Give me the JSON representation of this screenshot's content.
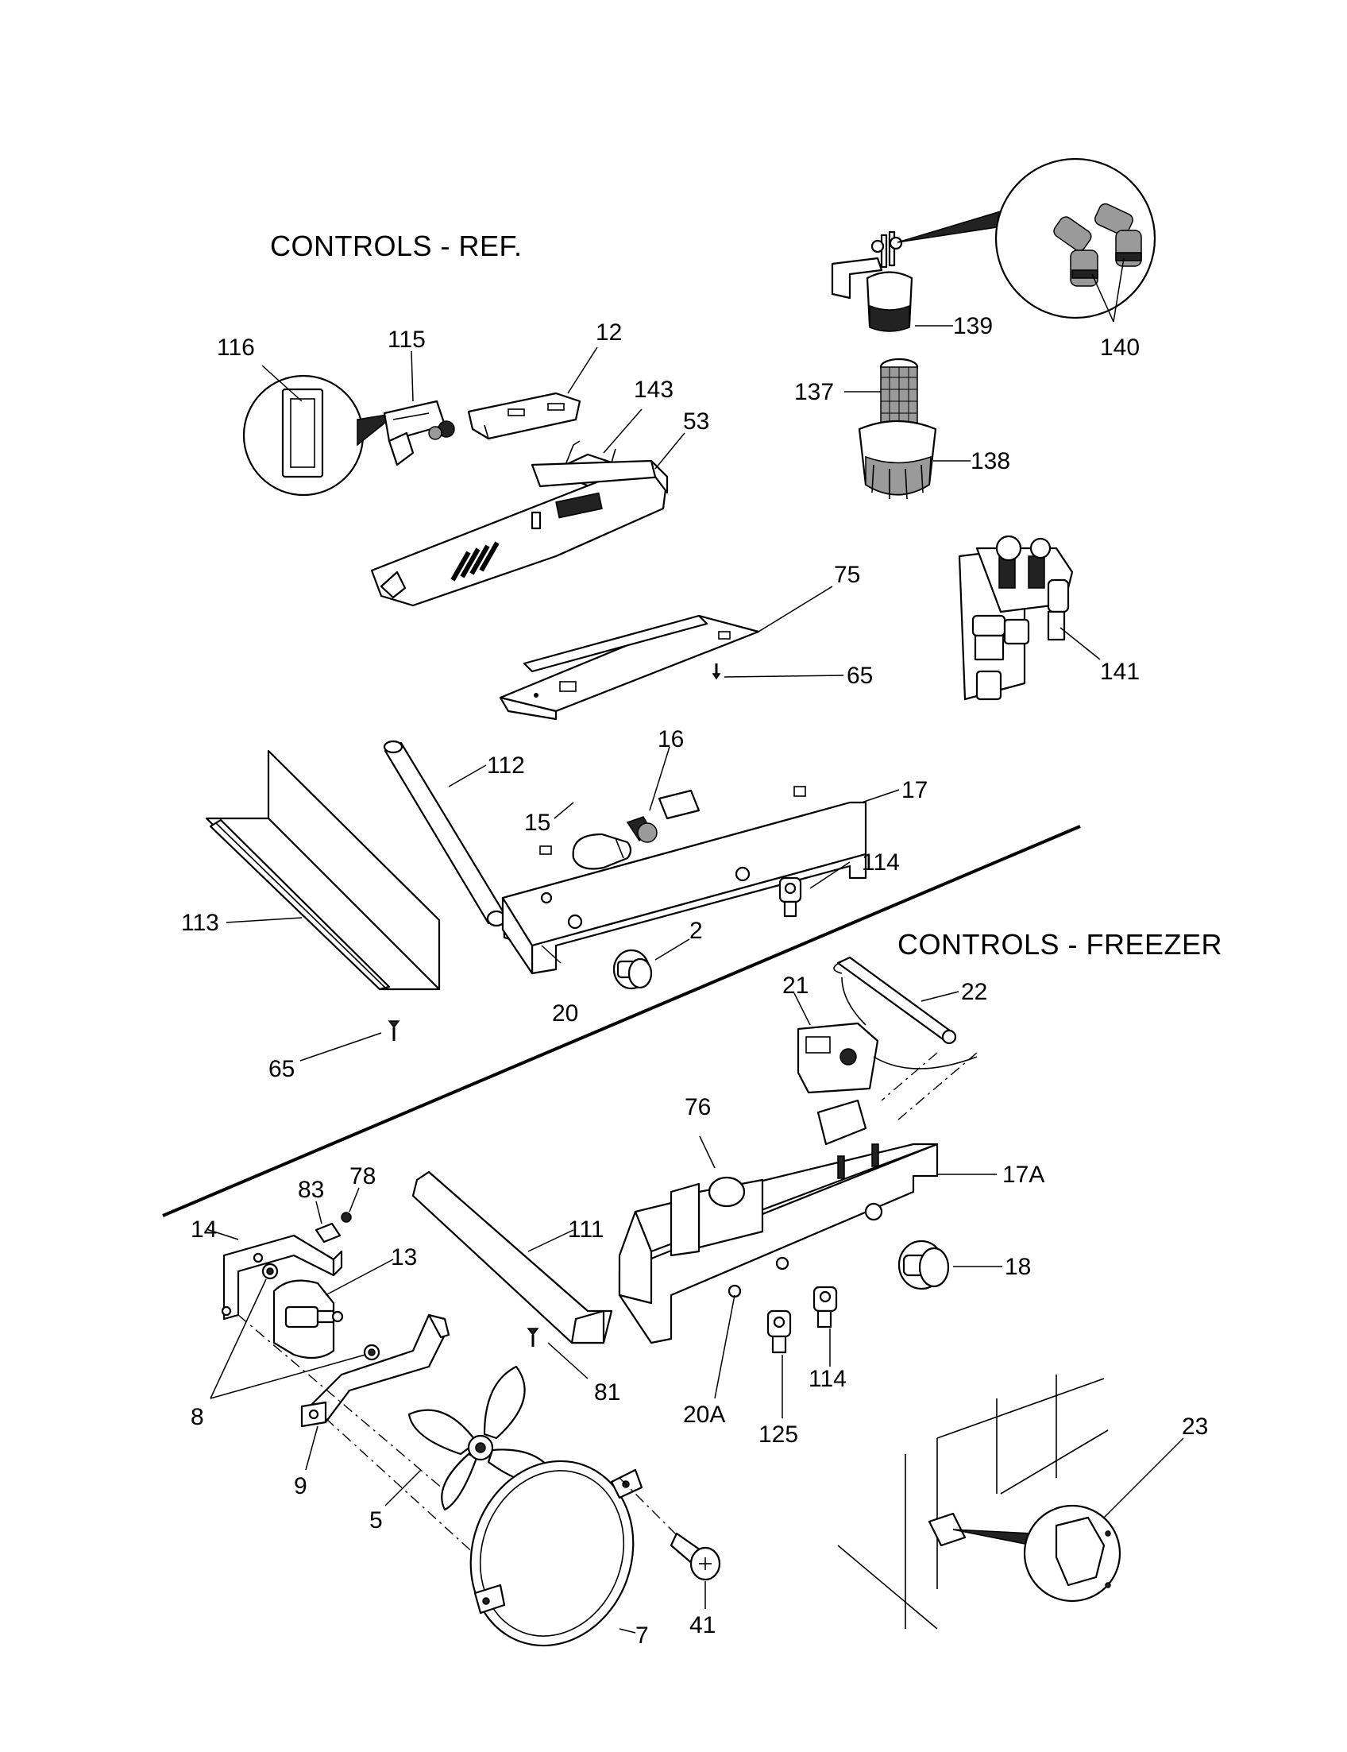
{
  "titles": {
    "ref": "CONTROLS - REF.",
    "freezer": "CONTROLS - FREEZER"
  },
  "callouts": [
    {
      "id": "c116",
      "text": "116"
    },
    {
      "id": "c115",
      "text": "115"
    },
    {
      "id": "c12",
      "text": "12"
    },
    {
      "id": "c143",
      "text": "143"
    },
    {
      "id": "c53",
      "text": "53"
    },
    {
      "id": "c75",
      "text": "75"
    },
    {
      "id": "c65a",
      "text": "65"
    },
    {
      "id": "c139",
      "text": "139"
    },
    {
      "id": "c140",
      "text": "140"
    },
    {
      "id": "c137",
      "text": "137"
    },
    {
      "id": "c138",
      "text": "138"
    },
    {
      "id": "c141",
      "text": "141"
    },
    {
      "id": "c112",
      "text": "112"
    },
    {
      "id": "c16",
      "text": "16"
    },
    {
      "id": "c15",
      "text": "15"
    },
    {
      "id": "c17",
      "text": "17"
    },
    {
      "id": "c114a",
      "text": "114"
    },
    {
      "id": "c113",
      "text": "113"
    },
    {
      "id": "c2",
      "text": "2"
    },
    {
      "id": "c20",
      "text": "20"
    },
    {
      "id": "c65b",
      "text": "65"
    },
    {
      "id": "c21",
      "text": "21"
    },
    {
      "id": "c22",
      "text": "22"
    },
    {
      "id": "c76",
      "text": "76"
    },
    {
      "id": "c17A",
      "text": "17A"
    },
    {
      "id": "c18",
      "text": "18"
    },
    {
      "id": "c83",
      "text": "83"
    },
    {
      "id": "c78",
      "text": "78"
    },
    {
      "id": "c14",
      "text": "14"
    },
    {
      "id": "c13",
      "text": "13"
    },
    {
      "id": "c111",
      "text": "111"
    },
    {
      "id": "c81",
      "text": "81"
    },
    {
      "id": "c8",
      "text": "8"
    },
    {
      "id": "c9",
      "text": "9"
    },
    {
      "id": "c5",
      "text": "5"
    },
    {
      "id": "c20A",
      "text": "20A"
    },
    {
      "id": "c125",
      "text": "125"
    },
    {
      "id": "c114b",
      "text": "114"
    },
    {
      "id": "c23",
      "text": "23"
    },
    {
      "id": "c7",
      "text": "7"
    },
    {
      "id": "c41",
      "text": "41"
    }
  ]
}
